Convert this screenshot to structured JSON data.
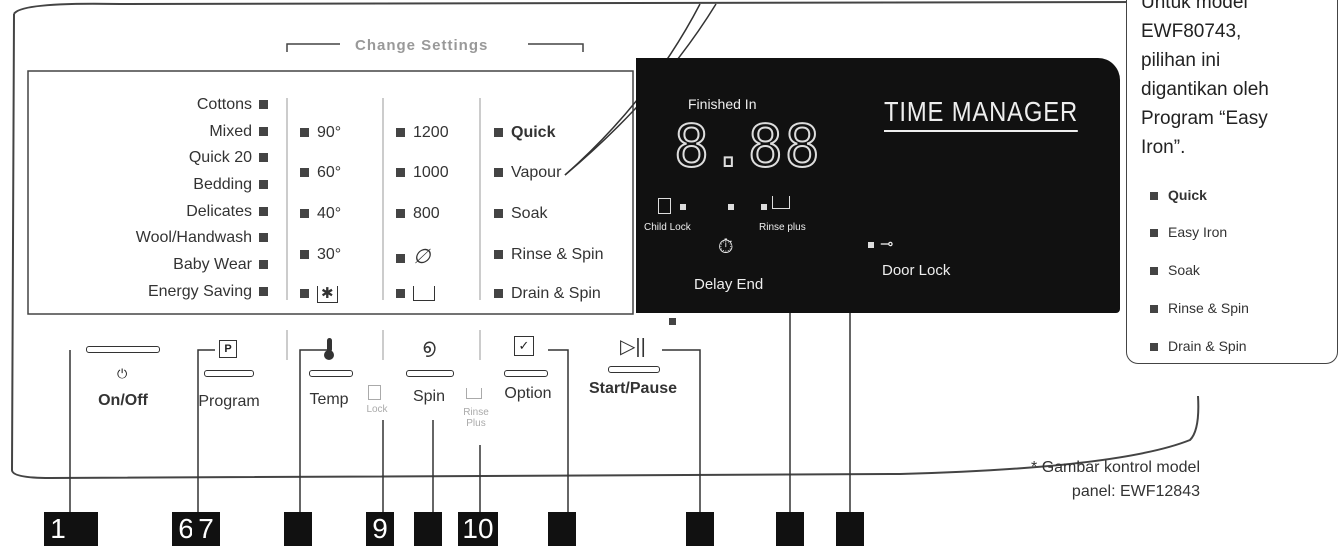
{
  "header": {
    "change_settings": "Change Settings"
  },
  "programs": [
    "Cottons",
    "Mixed",
    "Quick 20",
    "Bedding",
    "Delicates",
    "Wool/Handwash",
    "Baby Wear",
    "Energy Saving"
  ],
  "temps": [
    "90°",
    "60°",
    "40°",
    "30°"
  ],
  "spins": [
    "1200",
    "1000",
    "800"
  ],
  "options": [
    "Quick",
    "Vapour",
    "Soak",
    "Rinse & Spin",
    "Drain & Spin"
  ],
  "display": {
    "finished_in": "Finished In",
    "digits": "8.88",
    "brand": "TIME MANAGER",
    "child_lock": "Child Lock",
    "rinse_plus": "Rinse plus",
    "delay_end": "Delay End",
    "door_lock": "Door Lock"
  },
  "buttons": {
    "onoff": "On/Off",
    "program": "Program",
    "temp": "Temp",
    "spin": "Spin",
    "option": "Option",
    "start_pause": "Start/Pause",
    "lock": "Lock",
    "rinse_plus": "Rinse Plus"
  },
  "callout": {
    "text_lines": [
      "Untuk model",
      "EWF80743,",
      "pilihan ini",
      "digantikan oleh",
      "Program “Easy",
      "Iron”."
    ],
    "items": [
      "Quick",
      "Easy Iron",
      "Soak",
      "Rinse & Spin",
      "Drain & Spin"
    ]
  },
  "footnote": [
    "* Gambar kontrol model",
    "panel: EWF12843"
  ],
  "markers": [
    "1",
    "",
    "6",
    "7",
    "",
    "9",
    "",
    "10",
    "",
    "",
    "",
    ""
  ],
  "colors": {
    "display_bg": "#111111",
    "marker_bg": "#111111"
  }
}
